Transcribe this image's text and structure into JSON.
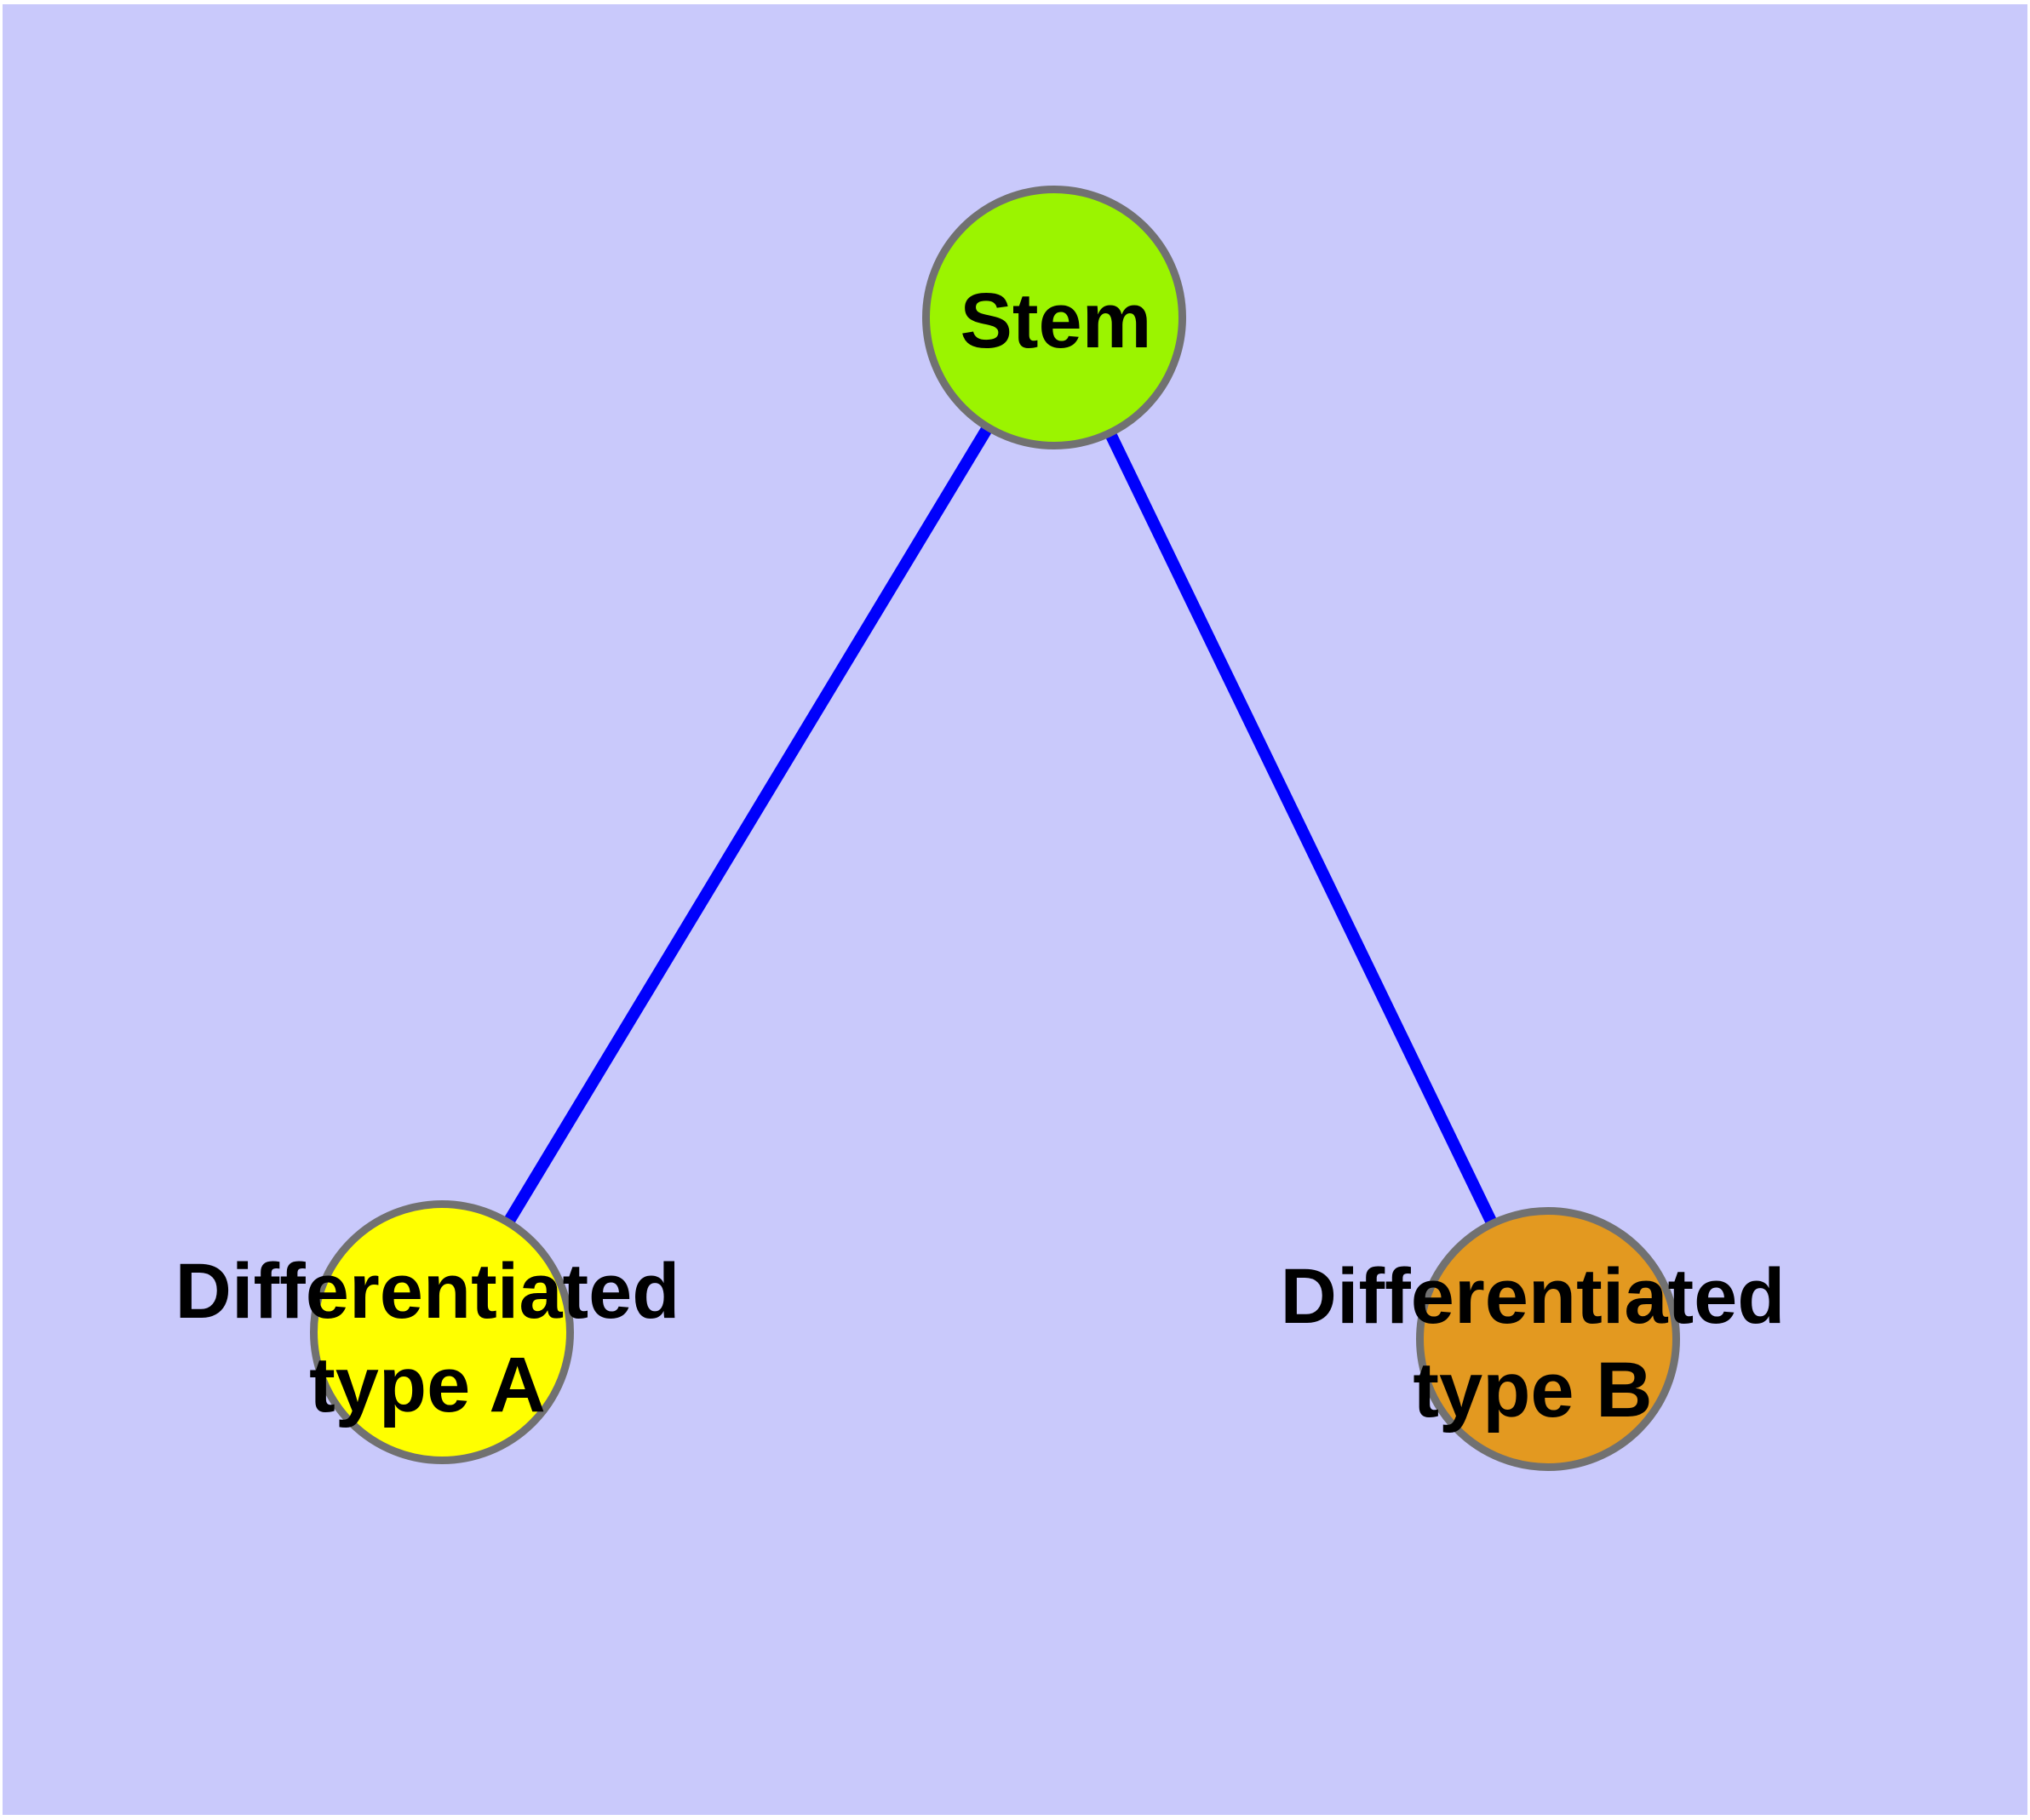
{
  "diagram": {
    "type": "graph",
    "background_color": "#C9C9FB",
    "edge_color": "#0000FC",
    "node_border_color": "#717171",
    "text_color": "#000000",
    "nodes": [
      {
        "id": "stem",
        "label": "Stem",
        "color": "#9BF400"
      },
      {
        "id": "diff-a",
        "label_line1": "Differentiated",
        "label_line2": "type A",
        "color": "#FFFF00"
      },
      {
        "id": "diff-b",
        "label_line1": "Differentiated",
        "label_line2": "type B",
        "color": "#E39920"
      }
    ],
    "edges": [
      {
        "from": "Stem",
        "to": "Differentiated type A"
      },
      {
        "from": "Stem",
        "to": "Differentiated type B"
      }
    ]
  }
}
